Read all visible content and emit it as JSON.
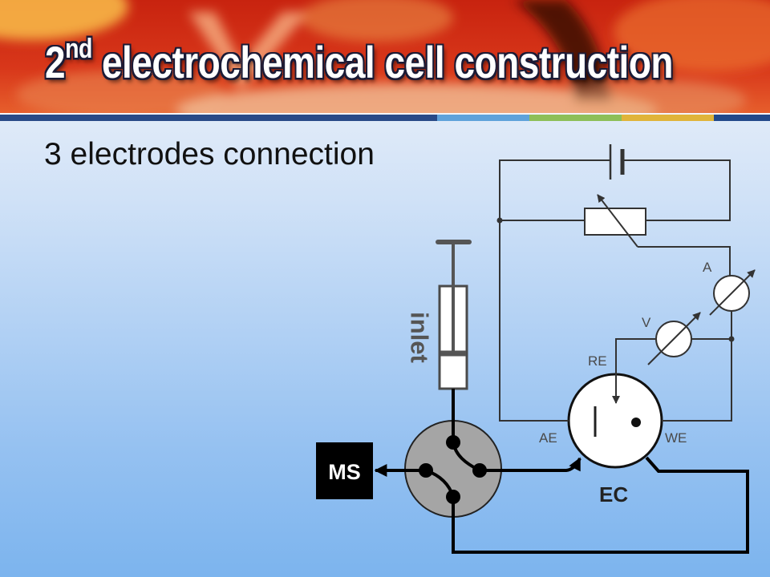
{
  "title": {
    "lead": "2",
    "superscript": "nd",
    "rest": "electrochemical cell construction"
  },
  "subtitle": "3 electrodes connection",
  "diagram": {
    "ammeter_label": "A",
    "voltmeter_label": "V",
    "reference_electrode_label": "RE",
    "auxiliary_electrode_label": "AE",
    "working_electrode_label": "WE",
    "cell_label": "EC",
    "detector_label": "MS",
    "inlet_label": "inlet"
  },
  "colors": {
    "title_text": "#ffffff",
    "title_outline": "#1b1b36",
    "strip": [
      "#294a87",
      "#5fa2da",
      "#8dbf58",
      "#e0b43a",
      "#22498a"
    ],
    "background_top": "#dfeaf8",
    "background_bottom": "#7cb4ee",
    "valve_body": "#a5a5a5",
    "detector_box": "#000000",
    "syringe_gray": "#555555"
  }
}
